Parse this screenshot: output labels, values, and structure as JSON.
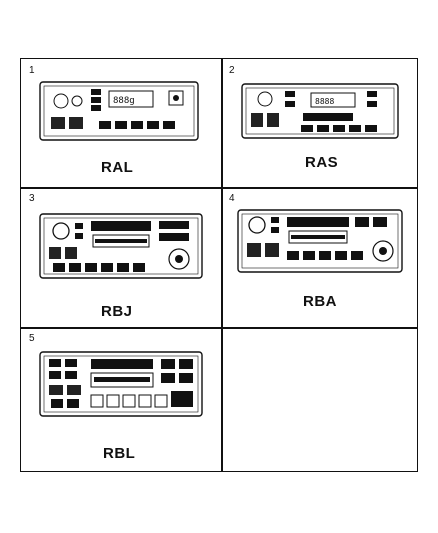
{
  "panels": [
    {
      "number": "1",
      "code": "RAL"
    },
    {
      "number": "2",
      "code": "RAS"
    },
    {
      "number": "3",
      "code": "RBJ"
    },
    {
      "number": "4",
      "code": "RBA"
    },
    {
      "number": "5",
      "code": "RBL"
    }
  ]
}
